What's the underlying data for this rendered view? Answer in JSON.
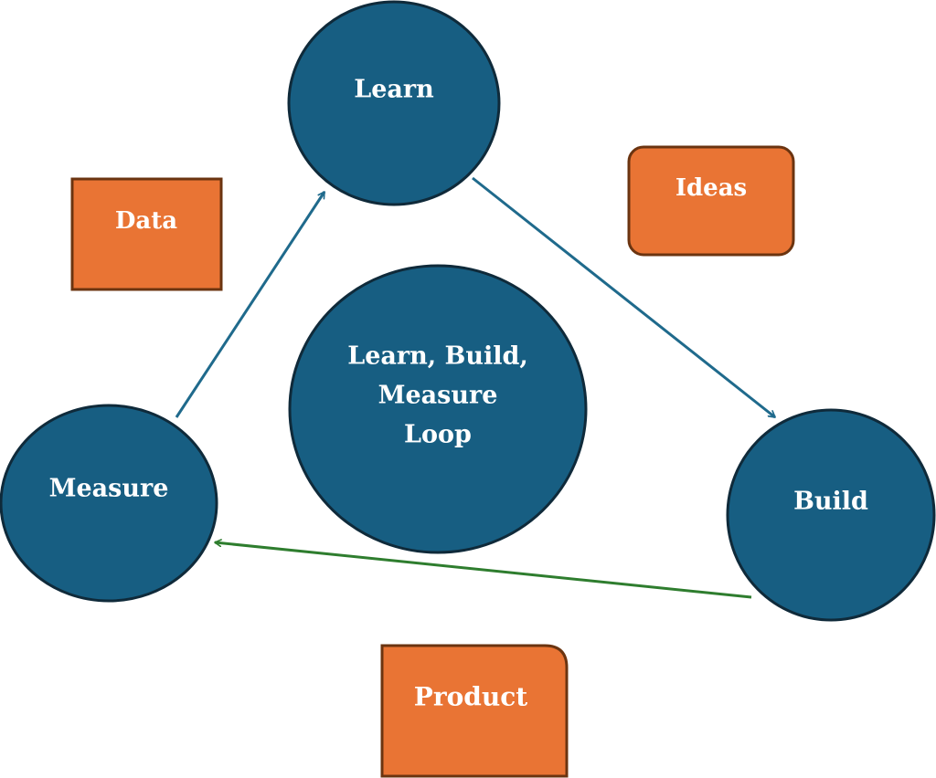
{
  "colors": {
    "circle_fill": "#175E82",
    "circle_stroke": "#0F2A3A",
    "box_fill": "#E97434",
    "box_stroke": "#6B3410",
    "arrow_blue": "#1F6A8C",
    "arrow_green": "#2E7D2E",
    "text": "#ffffff"
  },
  "nodes": {
    "learn": "Learn",
    "build": "Build",
    "measure": "Measure",
    "center_line1": "Learn, Build,",
    "center_line2": "Measure",
    "center_line3": "Loop"
  },
  "boxes": {
    "data": "Data",
    "ideas": "Ideas",
    "product": "Product"
  },
  "edges": [
    {
      "from": "Learn",
      "to": "Build"
    },
    {
      "from": "Build",
      "to": "Measure"
    },
    {
      "from": "Measure",
      "to": "Learn"
    }
  ]
}
